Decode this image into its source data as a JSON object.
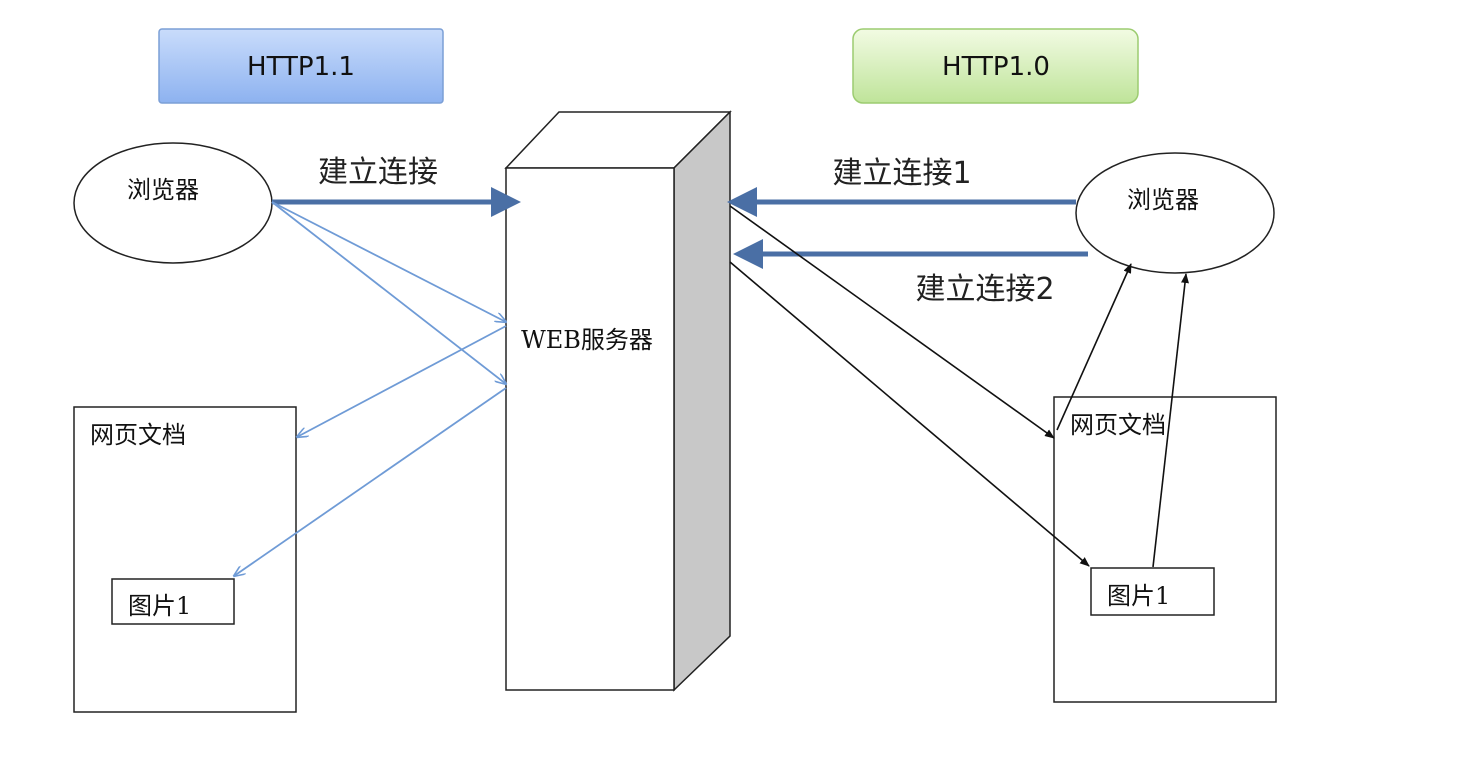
{
  "left": {
    "protocol_label": "HTTP1.1",
    "browser_label": "浏览器",
    "connect_label": "建立连接",
    "document_label": "网页文档",
    "image_label": "图片1"
  },
  "server": {
    "label": "WEB服务器"
  },
  "right": {
    "protocol_label": "HTTP1.0",
    "browser_label": "浏览器",
    "connect1_label": "建立连接1",
    "connect2_label": "建立连接2",
    "document_label": "网页文档",
    "image_label": "图片1"
  },
  "colors": {
    "http11_box_top": "#c9dcfb",
    "http11_box_bottom": "#8db2f0",
    "http11_border": "#7b9fd6",
    "http10_box_top": "#f2fbe3",
    "http10_box_bottom": "#bfe49a",
    "http10_border": "#9ccc70",
    "thick_arrow": "#4a6fa5",
    "thin_blue_arrow": "#6f9bd6",
    "black_arrow": "#111111",
    "server_side": "#c8c8c8"
  }
}
